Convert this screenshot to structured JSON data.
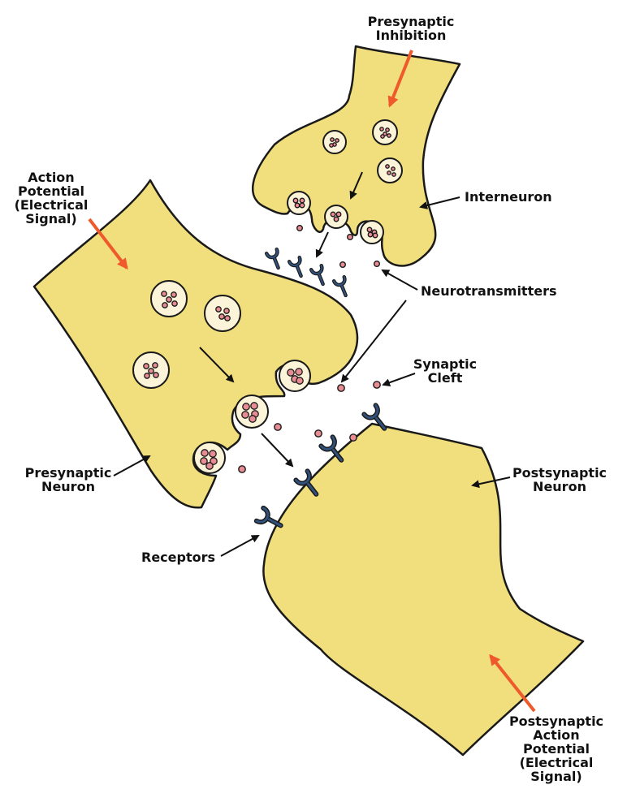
{
  "colors": {
    "neuron_fill": "#f1df7d",
    "outline": "#1a1a1a",
    "vesicle_fill": "#fbf4d9",
    "transmitter": "#e88c94",
    "receptor": "#31507a",
    "highlight_arrow": "#ee5a2b",
    "background": "#ffffff"
  },
  "labels": {
    "presynaptic_inhibition": [
      "Presynaptic",
      "Inhibition"
    ],
    "action_potential": [
      "Action",
      "Potential",
      "(Electrical",
      "Signal)"
    ],
    "interneuron": [
      "Interneuron"
    ],
    "neurotransmitters": [
      "Neurotransmitters"
    ],
    "synaptic_cleft": [
      "Synaptic",
      "Cleft"
    ],
    "presynaptic_neuron": [
      "Presynaptic",
      "Neuron"
    ],
    "postsynaptic_neuron": [
      "Postsynaptic",
      "Neuron"
    ],
    "receptors": [
      "Receptors"
    ],
    "postsynaptic_action_potential": [
      "Postsynaptic",
      "Action",
      "Potential",
      "(Electrical",
      "Signal)"
    ]
  },
  "icons": {
    "vesicle": "vesicle-icon",
    "receptor": "receptor-icon",
    "neurotransmitter": "neurotransmitter-dot-icon",
    "arrow": "arrow-icon"
  }
}
